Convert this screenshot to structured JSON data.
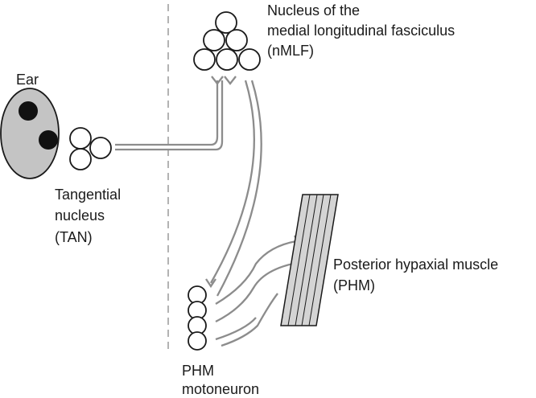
{
  "labels": {
    "ear": "Ear",
    "nmlf_line1": "Nucleus of the",
    "nmlf_line2": "medial longitudinal fasciculus",
    "nmlf_line3": "(nMLF)",
    "tan_line1": "Tangential",
    "tan_line2": "nucleus",
    "tan_line3": "(TAN)",
    "phm_line1": "Posterior hypaxial muscle",
    "phm_line2": "(PHM)",
    "moto_line1": "PHM",
    "moto_line2": "motoneuron"
  },
  "colors": {
    "ear_fill": "#c4c4c4",
    "muscle_fill": "#d4d4d4",
    "pathway": "#8c8c8c",
    "outline": "#1a1a1a",
    "midline": "#9a9a9a"
  }
}
